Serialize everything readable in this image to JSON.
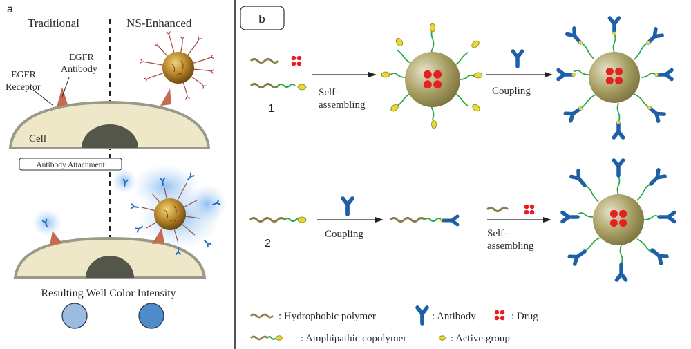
{
  "panel_a": {
    "label": "a",
    "col_left": "Traditional",
    "col_right": "NS-Enhanced",
    "egfr_antibody_line1": "EGFR",
    "egfr_antibody_line2": "Antibody",
    "egfr_receptor_line1": "EGFR",
    "egfr_receptor_line2": "Receptor",
    "cell_label": "Cell",
    "step_label": "Antibody Attachment",
    "result_title": "Resulting Well Color Intensity",
    "wells": [
      {
        "name": "traditional",
        "color": "#9bbbe0"
      },
      {
        "name": "ns-enhanced",
        "color": "#4d8cc8"
      }
    ]
  },
  "panel_b": {
    "label": "b",
    "route1": {
      "number": "1",
      "step1_line1": "Self-",
      "step1_line2": "assembling",
      "step2": "Coupling"
    },
    "route2": {
      "number": "2",
      "step1": "Coupling",
      "step2_line1": "Self-",
      "step2_line2": "assembling"
    },
    "legend": {
      "hydrophobic": ": Hydrophobic polymer",
      "antibody": ": Antibody",
      "drug": ": Drug",
      "amphipathic": ": Amphipathic copolymer",
      "active": ": Active group"
    }
  },
  "colors": {
    "antibody": "#1f5fa8",
    "drug": "#e62020",
    "polymer": "#8a7d4a",
    "copolymer": "#2aa84a",
    "active_group": "#e8d830",
    "nanoparticle": "#a69d62",
    "gold_particle": "#b8862a",
    "cell_fill": "#efe8c8",
    "nucleus": "#55564a",
    "receptor": "#c86a50"
  }
}
